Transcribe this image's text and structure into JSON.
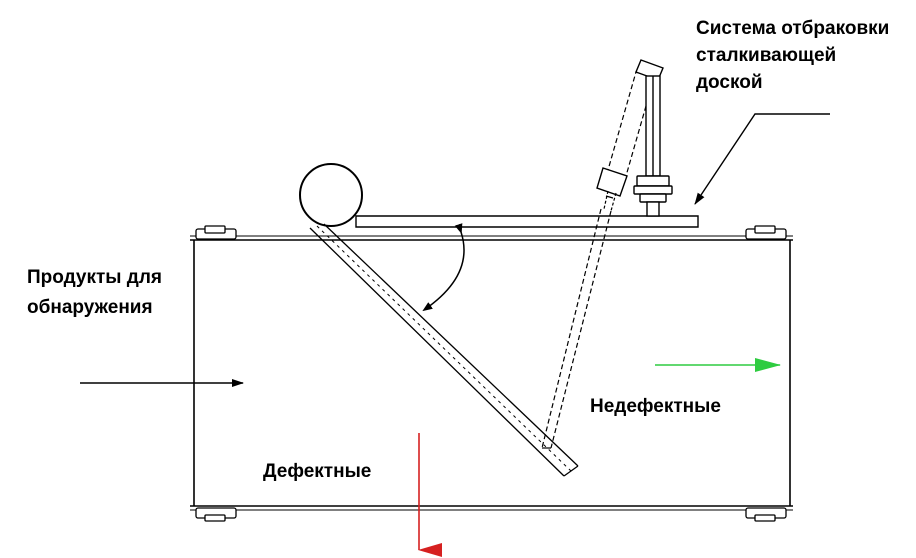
{
  "labels": {
    "system_line1": "Система отбраковки",
    "system_line2": "сталкивающей",
    "system_line3": "доской",
    "products_line1": "Продукты для",
    "products_line2": "обнаружения",
    "non_defective": "Недефектные",
    "defective": "Дефектные"
  },
  "colors": {
    "line": "#000000",
    "good_arrow": "#2ecc40",
    "defect_arrow": "#d62020",
    "background": "#ffffff"
  },
  "icons": {
    "input_arrow": "arrow-right-icon",
    "good_arrow": "arrow-right-icon",
    "defect_arrow": "arrow-down-icon",
    "angle_arrow": "curved-double-arrow-icon"
  }
}
